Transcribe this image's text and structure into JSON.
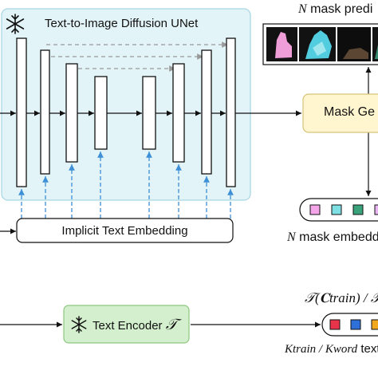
{
  "unet": {
    "title": "Text-to-Image Diffusion UNet",
    "bg_color": "#e3f4f8",
    "border_color": "#a9d7e4"
  },
  "implicit_embedding": {
    "label": "Implicit Text Embedding"
  },
  "text_encoder": {
    "label": "Text Encoder",
    "symbol": "𝒯",
    "bg_color": "#d4efcd",
    "border_color": "#8ec77f"
  },
  "mask_generator": {
    "label": "Mask Ge",
    "bg_color": "#fff6cf",
    "border_color": "#d6c47a"
  },
  "mask_predictions": {
    "label_var": "N",
    "label_text": "mask predi"
  },
  "mask_embeddings": {
    "label_var": "N",
    "label_text": "mask embedd",
    "swatch_colors": [
      "#f4a6e8",
      "#7fe0e4",
      "#3aa37c",
      "#e9b4f2"
    ]
  },
  "text_embeddings": {
    "top_formula": "𝒯(𝐂train) / 𝒯",
    "bottom_var": "Ktrain / Kword",
    "bottom_text": "text",
    "swatch_colors": [
      "#e8344b",
      "#2f6fd8",
      "#f2a81c"
    ]
  },
  "icons": {
    "frozen": "snowflake-icon"
  },
  "colors": {
    "skip_arrow": "#999999",
    "embed_arrow": "#3d8fd6",
    "main_arrow": "#111111"
  }
}
